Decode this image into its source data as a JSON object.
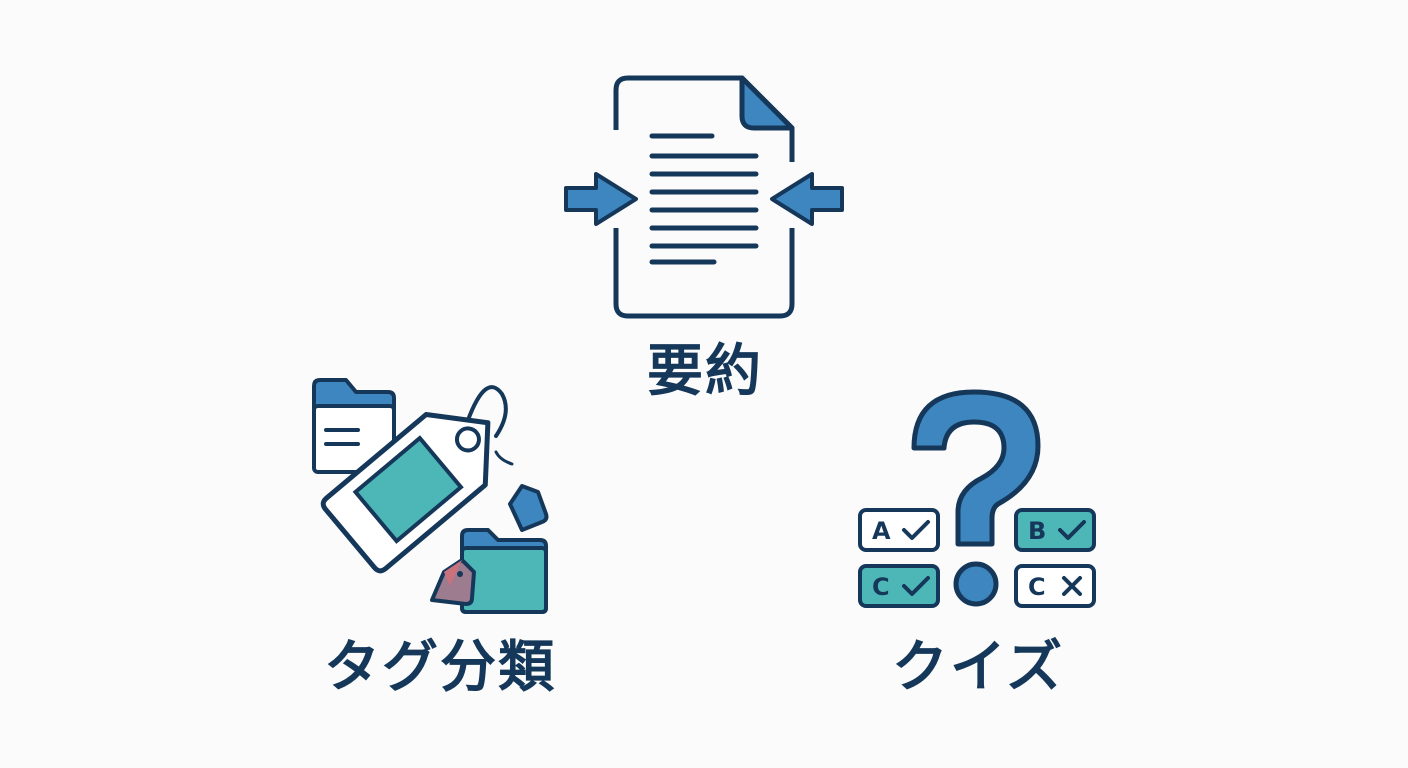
{
  "features": {
    "summary": {
      "label": "要約",
      "icon": "document-compress-icon"
    },
    "tagging": {
      "label": "タグ分類",
      "icon": "tags-and-folders-icon"
    },
    "quiz": {
      "label": "クイズ",
      "icon": "question-mark-icon",
      "options": [
        {
          "letter": "A",
          "mark": "check",
          "highlighted": false
        },
        {
          "letter": "B",
          "mark": "check",
          "highlighted": true
        },
        {
          "letter": "C",
          "mark": "check",
          "highlighted": true
        },
        {
          "letter": "C",
          "mark": "cross",
          "highlighted": false
        }
      ]
    }
  },
  "colors": {
    "outline": "#15385a",
    "blue": "#3e86bf",
    "teal": "#4db6b6",
    "pink": "#c9727e",
    "background": "#fbfbfb"
  }
}
